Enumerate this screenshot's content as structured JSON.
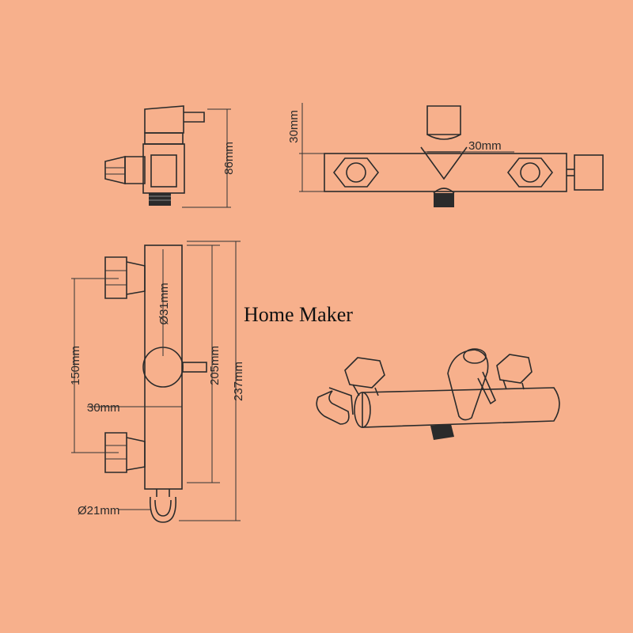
{
  "brand": "Home Maker",
  "dimensions": {
    "side_height": "86mm",
    "top_height": "30mm",
    "top_width": "30mm",
    "body_diameter": "Ø31mm",
    "inlet_spacing": "150mm",
    "handle_offset": "30mm",
    "body_length": "205mm",
    "total_length": "237mm",
    "holder_diameter": "Ø21mm"
  },
  "colors": {
    "background": "#f7b08c",
    "lines": "#2b2b2b"
  }
}
